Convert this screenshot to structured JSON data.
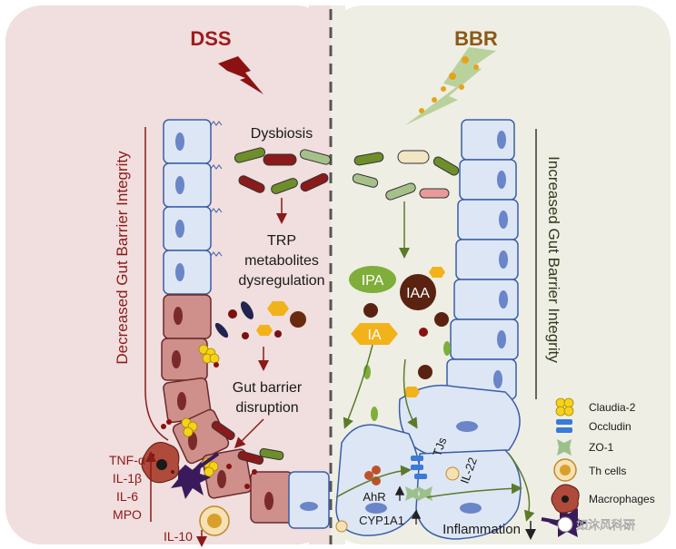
{
  "left_panel": {
    "title": "DSS",
    "side_label": "Decreased Gut Barrier Integrity",
    "dysbiosis": "Dysbiosis",
    "trp_line1": "TRP",
    "trp_line2": "metabolites",
    "trp_line3": "dysregulation",
    "barrier_line1": "Gut barrier",
    "barrier_line2": "disruption",
    "markers": [
      "TNF-α",
      "IL-1β",
      "IL-6",
      "MPO"
    ],
    "il10": "IL-10"
  },
  "right_panel": {
    "title": "BBR",
    "side_label": "Increased Gut Barrier Integrity",
    "ipa": "IPA",
    "iaa": "IAA",
    "ia": "IA",
    "ahr": "AhR",
    "cyp": "CYP1A1",
    "tjs": "TJs",
    "il22": "IL-22",
    "inflammation": "Inflammation"
  },
  "legend": [
    {
      "label": "Claudia-2",
      "icon": "claudin-icon"
    },
    {
      "label": "Occludin",
      "icon": "occludin-icon"
    },
    {
      "label": "ZO-1",
      "icon": "zo1-icon"
    },
    {
      "label": "Th cells",
      "icon": "th-cell-icon"
    },
    {
      "label": "Macrophages",
      "icon": "macrophage-icon"
    }
  ],
  "watermark": "如沐风科研",
  "colors": {
    "left_bg": "#f1dede",
    "right_bg": "#eeeee4",
    "dss_red": "#a01a1a",
    "bbr_brown": "#8a5a16",
    "cell_blue": "#dde6f4",
    "cell_damaged": "#cf8f8a",
    "ipa_green": "#7fae3a"
  }
}
